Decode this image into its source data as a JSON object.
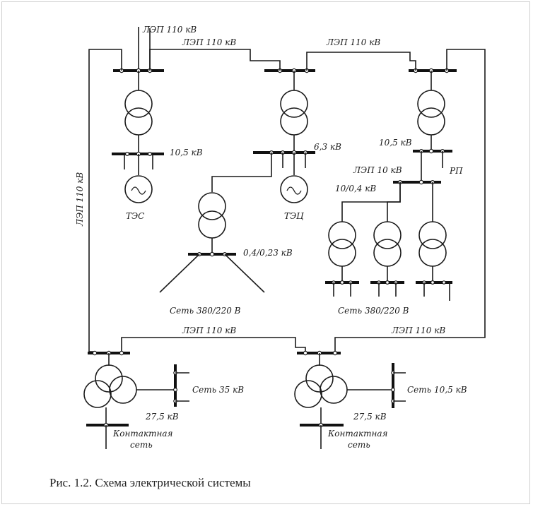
{
  "labels": {
    "top_feed": "ЛЭП 110 кВ",
    "line_tes_tec": "ЛЭП 110 кВ",
    "line_tec_rp": "ЛЭП 110 кВ",
    "line_left_vertical": "ЛЭП 110 кВ",
    "line_bottom_left": "ЛЭП 110 кВ",
    "line_bottom_right": "ЛЭП 110 кВ",
    "tes_gen_voltage": "10,5 кВ",
    "tes_name": "ТЭС",
    "tec_gen_voltage": "6,3 кВ",
    "tec_name": "ТЭЦ",
    "rp_voltage": "10,5 кВ",
    "rp_line": "ЛЭП 10 кВ",
    "rp_name": "РП",
    "dist_voltage": "10/0,4 кВ",
    "local_voltage": "0,4/0,23 кВ",
    "net_left": "Сеть 380/220 В",
    "net_right": "Сеть 380/220 В",
    "sub_left_network": "Сеть 35 кВ",
    "sub_right_network": "Сеть 10,5 кВ",
    "sub_left_voltage": "27,5 кВ",
    "sub_right_voltage": "27,5 кВ",
    "contact_left_1": "Контактная",
    "contact_left_2": "сеть",
    "contact_right_1": "Контактная",
    "contact_right_2": "сеть"
  },
  "caption": "Рис. 1.2. Схема электрической системы"
}
